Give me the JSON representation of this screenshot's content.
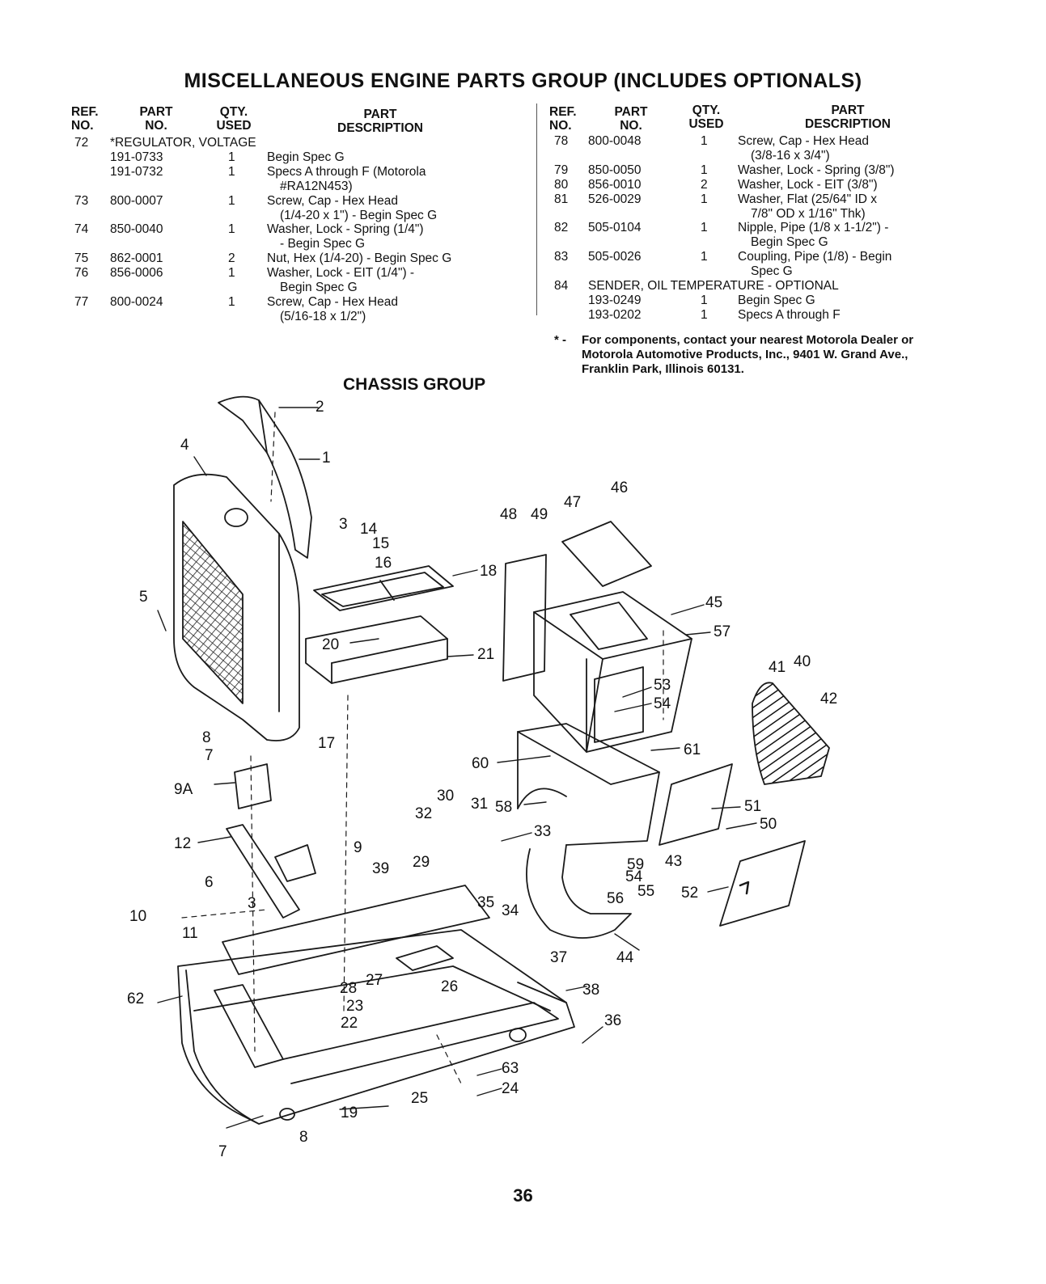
{
  "title": "MISCELLANEOUS ENGINE PARTS GROUP (INCLUDES OPTIONALS)",
  "headers": {
    "ref": [
      "REF.",
      "NO."
    ],
    "part": [
      "PART",
      "NO."
    ],
    "qty": [
      "QTY.",
      "USED"
    ],
    "desc": [
      "PART",
      "DESCRIPTION"
    ]
  },
  "left_rows": [
    {
      "ref": "72",
      "part": "*REGULATOR, VOLTAGE",
      "qty": "",
      "desc": ""
    },
    {
      "ref": "",
      "part": "191-0733",
      "qty": "1",
      "desc": "Begin Spec G"
    },
    {
      "ref": "",
      "part": "191-0732",
      "qty": "1",
      "desc": "Specs A through F (Motorola"
    },
    {
      "ref": "",
      "part": "",
      "qty": "",
      "desc": "#RA12N453)"
    },
    {
      "ref": "73",
      "part": "800-0007",
      "qty": "1",
      "desc": "Screw, Cap - Hex Head"
    },
    {
      "ref": "",
      "part": "",
      "qty": "",
      "desc": "(1/4-20 x 1\") - Begin Spec G"
    },
    {
      "ref": "74",
      "part": "850-0040",
      "qty": "1",
      "desc": "Washer, Lock - Spring (1/4\")"
    },
    {
      "ref": "",
      "part": "",
      "qty": "",
      "desc": "- Begin Spec G"
    },
    {
      "ref": "75",
      "part": "862-0001",
      "qty": "2",
      "desc": "Nut, Hex (1/4-20) - Begin Spec G"
    },
    {
      "ref": "76",
      "part": "856-0006",
      "qty": "1",
      "desc": "Washer, Lock - EIT (1/4\") -"
    },
    {
      "ref": "",
      "part": "",
      "qty": "",
      "desc": "Begin Spec G"
    },
    {
      "ref": "77",
      "part": "800-0024",
      "qty": "1",
      "desc": "Screw, Cap - Hex Head"
    },
    {
      "ref": "",
      "part": "",
      "qty": "",
      "desc": "(5/16-18 x 1/2\")"
    }
  ],
  "right_rows": [
    {
      "ref": "78",
      "part": "800-0048",
      "qty": "1",
      "desc": "Screw, Cap - Hex Head"
    },
    {
      "ref": "",
      "part": "",
      "qty": "",
      "desc": "(3/8-16 x 3/4\")"
    },
    {
      "ref": "79",
      "part": "850-0050",
      "qty": "1",
      "desc": "Washer, Lock - Spring (3/8\")"
    },
    {
      "ref": "80",
      "part": "856-0010",
      "qty": "2",
      "desc": "Washer, Lock - EIT (3/8\")"
    },
    {
      "ref": "81",
      "part": "526-0029",
      "qty": "1",
      "desc": "Washer, Flat (25/64\" ID x"
    },
    {
      "ref": "",
      "part": "",
      "qty": "",
      "desc": "7/8\" OD x 1/16\" Thk)"
    },
    {
      "ref": "82",
      "part": "505-0104",
      "qty": "1",
      "desc": "Nipple, Pipe (1/8 x 1-1/2\") -"
    },
    {
      "ref": "",
      "part": "",
      "qty": "",
      "desc": "Begin Spec G"
    },
    {
      "ref": "83",
      "part": "505-0026",
      "qty": "1",
      "desc": "Coupling, Pipe (1/8) - Begin"
    },
    {
      "ref": "",
      "part": "",
      "qty": "",
      "desc": "Spec G"
    },
    {
      "ref": "84",
      "part": "SENDER, OIL TEMPERATURE - OPTIONAL",
      "qty": "",
      "desc": ""
    },
    {
      "ref": "",
      "part": "193-0249",
      "qty": "1",
      "desc": "Begin Spec G"
    },
    {
      "ref": "",
      "part": "193-0202",
      "qty": "1",
      "desc": "Specs A through F"
    }
  ],
  "footnote": {
    "mark": "* -",
    "lines": [
      "For components, contact your nearest Motorola Dealer or",
      "Motorola Automotive Products, Inc., 9401 W. Grand Ave.,",
      "Franklin Park, Illinois 60131."
    ]
  },
  "chassis_title": "CHASSIS GROUP",
  "callouts": [
    "1",
    "2",
    "3",
    "3",
    "4",
    "5",
    "6",
    "7",
    "7",
    "8",
    "8",
    "9",
    "9A",
    "10",
    "11",
    "12",
    "14",
    "15",
    "16",
    "17",
    "18",
    "19",
    "20",
    "21",
    "22",
    "23",
    "24",
    "25",
    "26",
    "27",
    "28",
    "29",
    "30",
    "31",
    "32",
    "33",
    "34",
    "35",
    "36",
    "37",
    "38",
    "39",
    "40",
    "41",
    "42",
    "43",
    "44",
    "45",
    "46",
    "47",
    "48",
    "49",
    "50",
    "51",
    "52",
    "53",
    "54",
    "54",
    "55",
    "56",
    "57",
    "58",
    "59",
    "60",
    "61",
    "62",
    "63"
  ],
  "page_number": "36"
}
